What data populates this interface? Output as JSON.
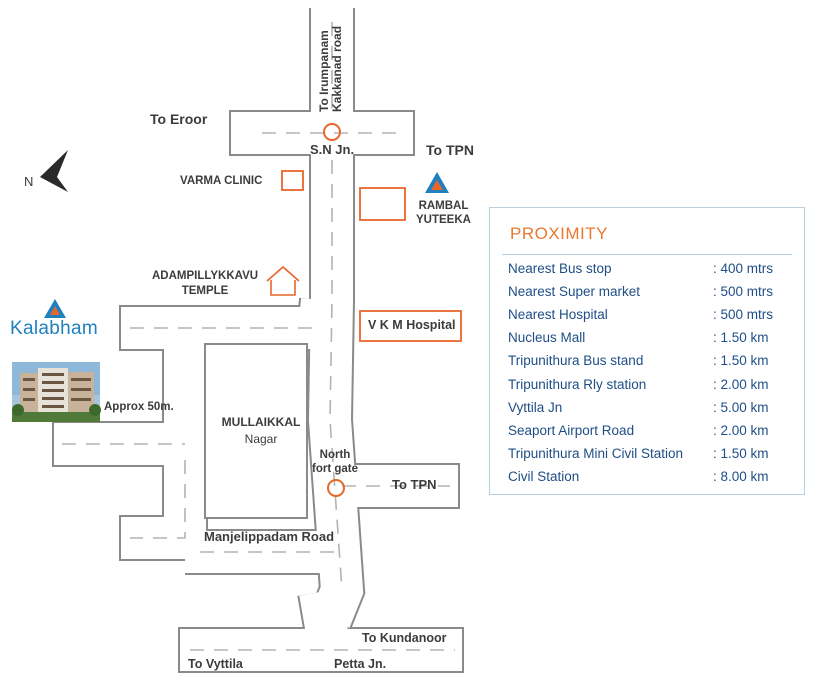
{
  "compass": {
    "label": "N",
    "icon": "north-arrow-icon"
  },
  "roads": {
    "top_vertical": "To Irumpanam Kakkanad road",
    "to_eroor": "To Eroor",
    "sn_junction": "S.N Jn.",
    "to_tpn_top": "To TPN",
    "to_tpn_mid": "To TPN",
    "manjelippadam": "Manjelippadam Road",
    "to_kundanoor": "To Kundanoor",
    "to_vyttila": "To Vyttila",
    "petta_jn": "Petta Jn."
  },
  "landmarks": {
    "varma_clinic": "VARMA CLINIC",
    "rambal_line1": "RAMBAL",
    "rambal_line2": "YUTEEKA",
    "temple_line1": "ADAMPILLYKKAVU",
    "temple_line2": "TEMPLE",
    "vkm_hospital": "V K M Hospital",
    "mullaikkal_line1": "MULLAIKKAL",
    "mullaikkal_line2": "Nagar",
    "north_gate_line1": "North",
    "north_gate_line2": "fort gate",
    "approx": "Approx 50m.",
    "kalabham": "Kalabham"
  },
  "colors": {
    "road_border": "#8a8a8a",
    "landmark": "#e8662a",
    "logo_blue": "#1f80bf",
    "panel_text": "#1f4e86",
    "panel_title": "#e8792f"
  },
  "proximity": {
    "title": "PROXIMITY",
    "items": [
      {
        "name": "Nearest Bus stop",
        "distance": ": 400 mtrs"
      },
      {
        "name": "Nearest Super market",
        "distance": ": 500 mtrs"
      },
      {
        "name": "Nearest Hospital",
        "distance": ": 500 mtrs"
      },
      {
        "name": "Nucleus Mall",
        "distance": ": 1.50 km"
      },
      {
        "name": "Tripunithura Bus stand",
        "distance": ": 1.50 km"
      },
      {
        "name": "Tripunithura Rly station",
        "distance": ": 2.00 km"
      },
      {
        "name": "Vyttila Jn",
        "distance": ": 5.00 km"
      },
      {
        "name": "Seaport Airport Road",
        "distance": ": 2.00 km"
      },
      {
        "name": "Tripunithura Mini Civil Station",
        "distance": ": 1.50 km"
      },
      {
        "name": "Civil Station",
        "distance": ": 8.00 km"
      }
    ]
  }
}
